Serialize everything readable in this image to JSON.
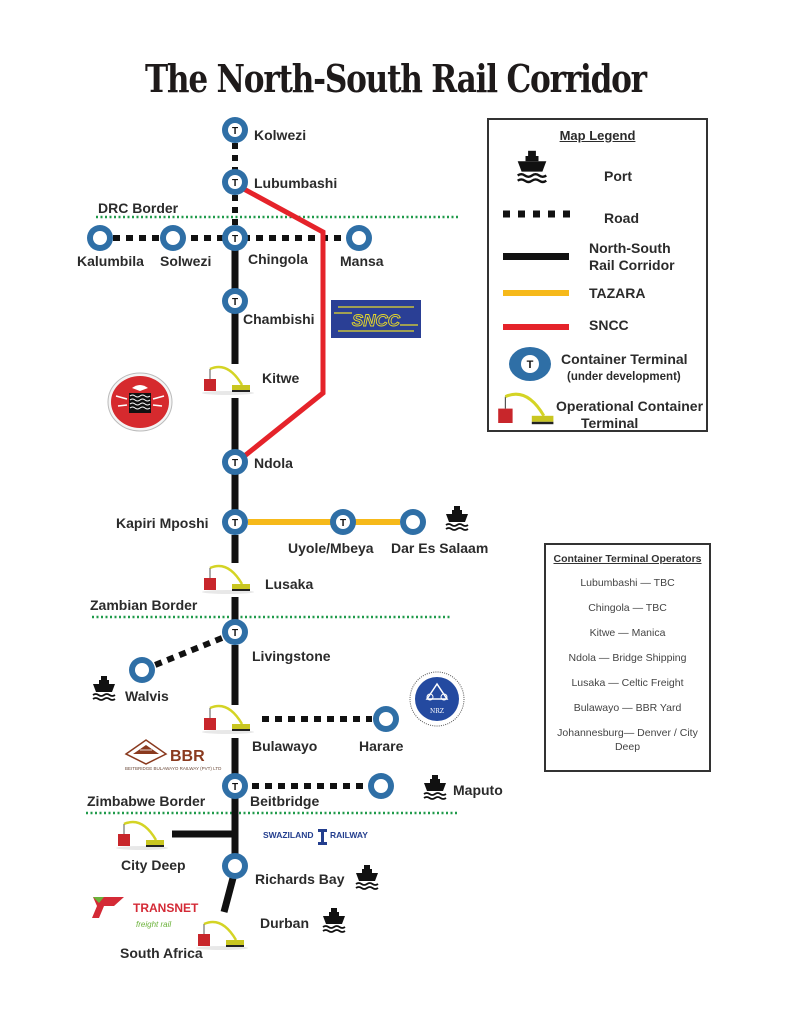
{
  "title": "The North-South Rail Corridor",
  "colors": {
    "rail": "#111111",
    "tazara": "#f6b91a",
    "sncc": "#e5232a",
    "terminal": "#2f6fa6",
    "border": "#1f9a4a"
  },
  "borders": [
    {
      "label": "DRC Border"
    },
    {
      "label": "Zambian Border"
    },
    {
      "label": "Zimbabwe Border"
    }
  ],
  "stations": {
    "kolwezi": {
      "label": "Kolwezi",
      "type": "container-terminal-under-development"
    },
    "lubumbashi": {
      "label": "Lubumbashi",
      "type": "container-terminal-under-development"
    },
    "kalumbila": {
      "label": "Kalumbila",
      "type": "station"
    },
    "solwezi": {
      "label": "Solwezi",
      "type": "station"
    },
    "chingola": {
      "label": "Chingola",
      "type": "container-terminal-under-development"
    },
    "mansa": {
      "label": "Mansa",
      "type": "station"
    },
    "chambishi": {
      "label": "Chambishi",
      "type": "container-terminal-under-development"
    },
    "kitwe": {
      "label": "Kitwe",
      "type": "operational-container-terminal"
    },
    "ndola": {
      "label": "Ndola",
      "type": "container-terminal-under-development"
    },
    "kapiri": {
      "label": "Kapiri Mposhi",
      "type": "container-terminal-under-development"
    },
    "uyole": {
      "label": "Uyole/Mbeya",
      "type": "container-terminal-under-development"
    },
    "dar": {
      "label": "Dar Es Salaam",
      "type": "station-port"
    },
    "lusaka": {
      "label": "Lusaka",
      "type": "operational-container-terminal"
    },
    "livingstone": {
      "label": "Livingstone",
      "type": "container-terminal-under-development"
    },
    "walvis": {
      "label": "Walvis",
      "type": "station-port"
    },
    "bulawayo": {
      "label": "Bulawayo",
      "type": "operational-container-terminal"
    },
    "harare": {
      "label": "Harare",
      "type": "station"
    },
    "beitbridge": {
      "label": "Beitbridge",
      "type": "container-terminal-under-development"
    },
    "maputo": {
      "label": "Maputo",
      "type": "port"
    },
    "citydeep": {
      "label": "City Deep",
      "type": "operational-container-terminal"
    },
    "richards": {
      "label": "Richards Bay",
      "type": "station-port"
    },
    "durban": {
      "label": "Durban",
      "type": "port"
    },
    "southafrica": {
      "label": "South Africa",
      "type": "operational-container-terminal"
    }
  },
  "logos": {
    "sncc": "SNCC",
    "bbr": "BBR",
    "bbr_sub": "BEITBRIDGE BULAWAYO RAILWAY (PVT) LTD",
    "nrz": "NRZ",
    "swaziland_left": "SWAZILAND",
    "swaziland_right": "RAILWAY",
    "transnet": "TRANSNET",
    "transnet_sub": "freight rail"
  },
  "terminal_glyph": "T",
  "legend": {
    "title": "Map Legend",
    "items": [
      {
        "icon": "ship-icon",
        "label": "Port"
      },
      {
        "icon": "road-dots",
        "label": "Road"
      },
      {
        "icon": "rail-line",
        "label": "North-South Rail Corridor"
      },
      {
        "icon": "tazara-line",
        "label": "TAZARA"
      },
      {
        "icon": "sncc-line",
        "label": "SNCC"
      },
      {
        "icon": "terminal-icon",
        "label": "Container Terminal",
        "sub": "(under development)"
      },
      {
        "icon": "crane-icon",
        "label": "Operational Container Terminal"
      }
    ],
    "rail_line1": "North-South",
    "rail_line2": "Rail Corridor",
    "op_line1": "Operational Container",
    "op_line2": "Terminal"
  },
  "operators": {
    "title": "Container Terminal Operators",
    "items": [
      "Lubumbashi — TBC",
      "Chingola — TBC",
      "Kitwe — Manica",
      "Ndola — Bridge Shipping",
      "Lusaka — Celtic Freight",
      "Bulawayo — BBR Yard",
      "Johannesburg— Denver / City Deep"
    ]
  }
}
